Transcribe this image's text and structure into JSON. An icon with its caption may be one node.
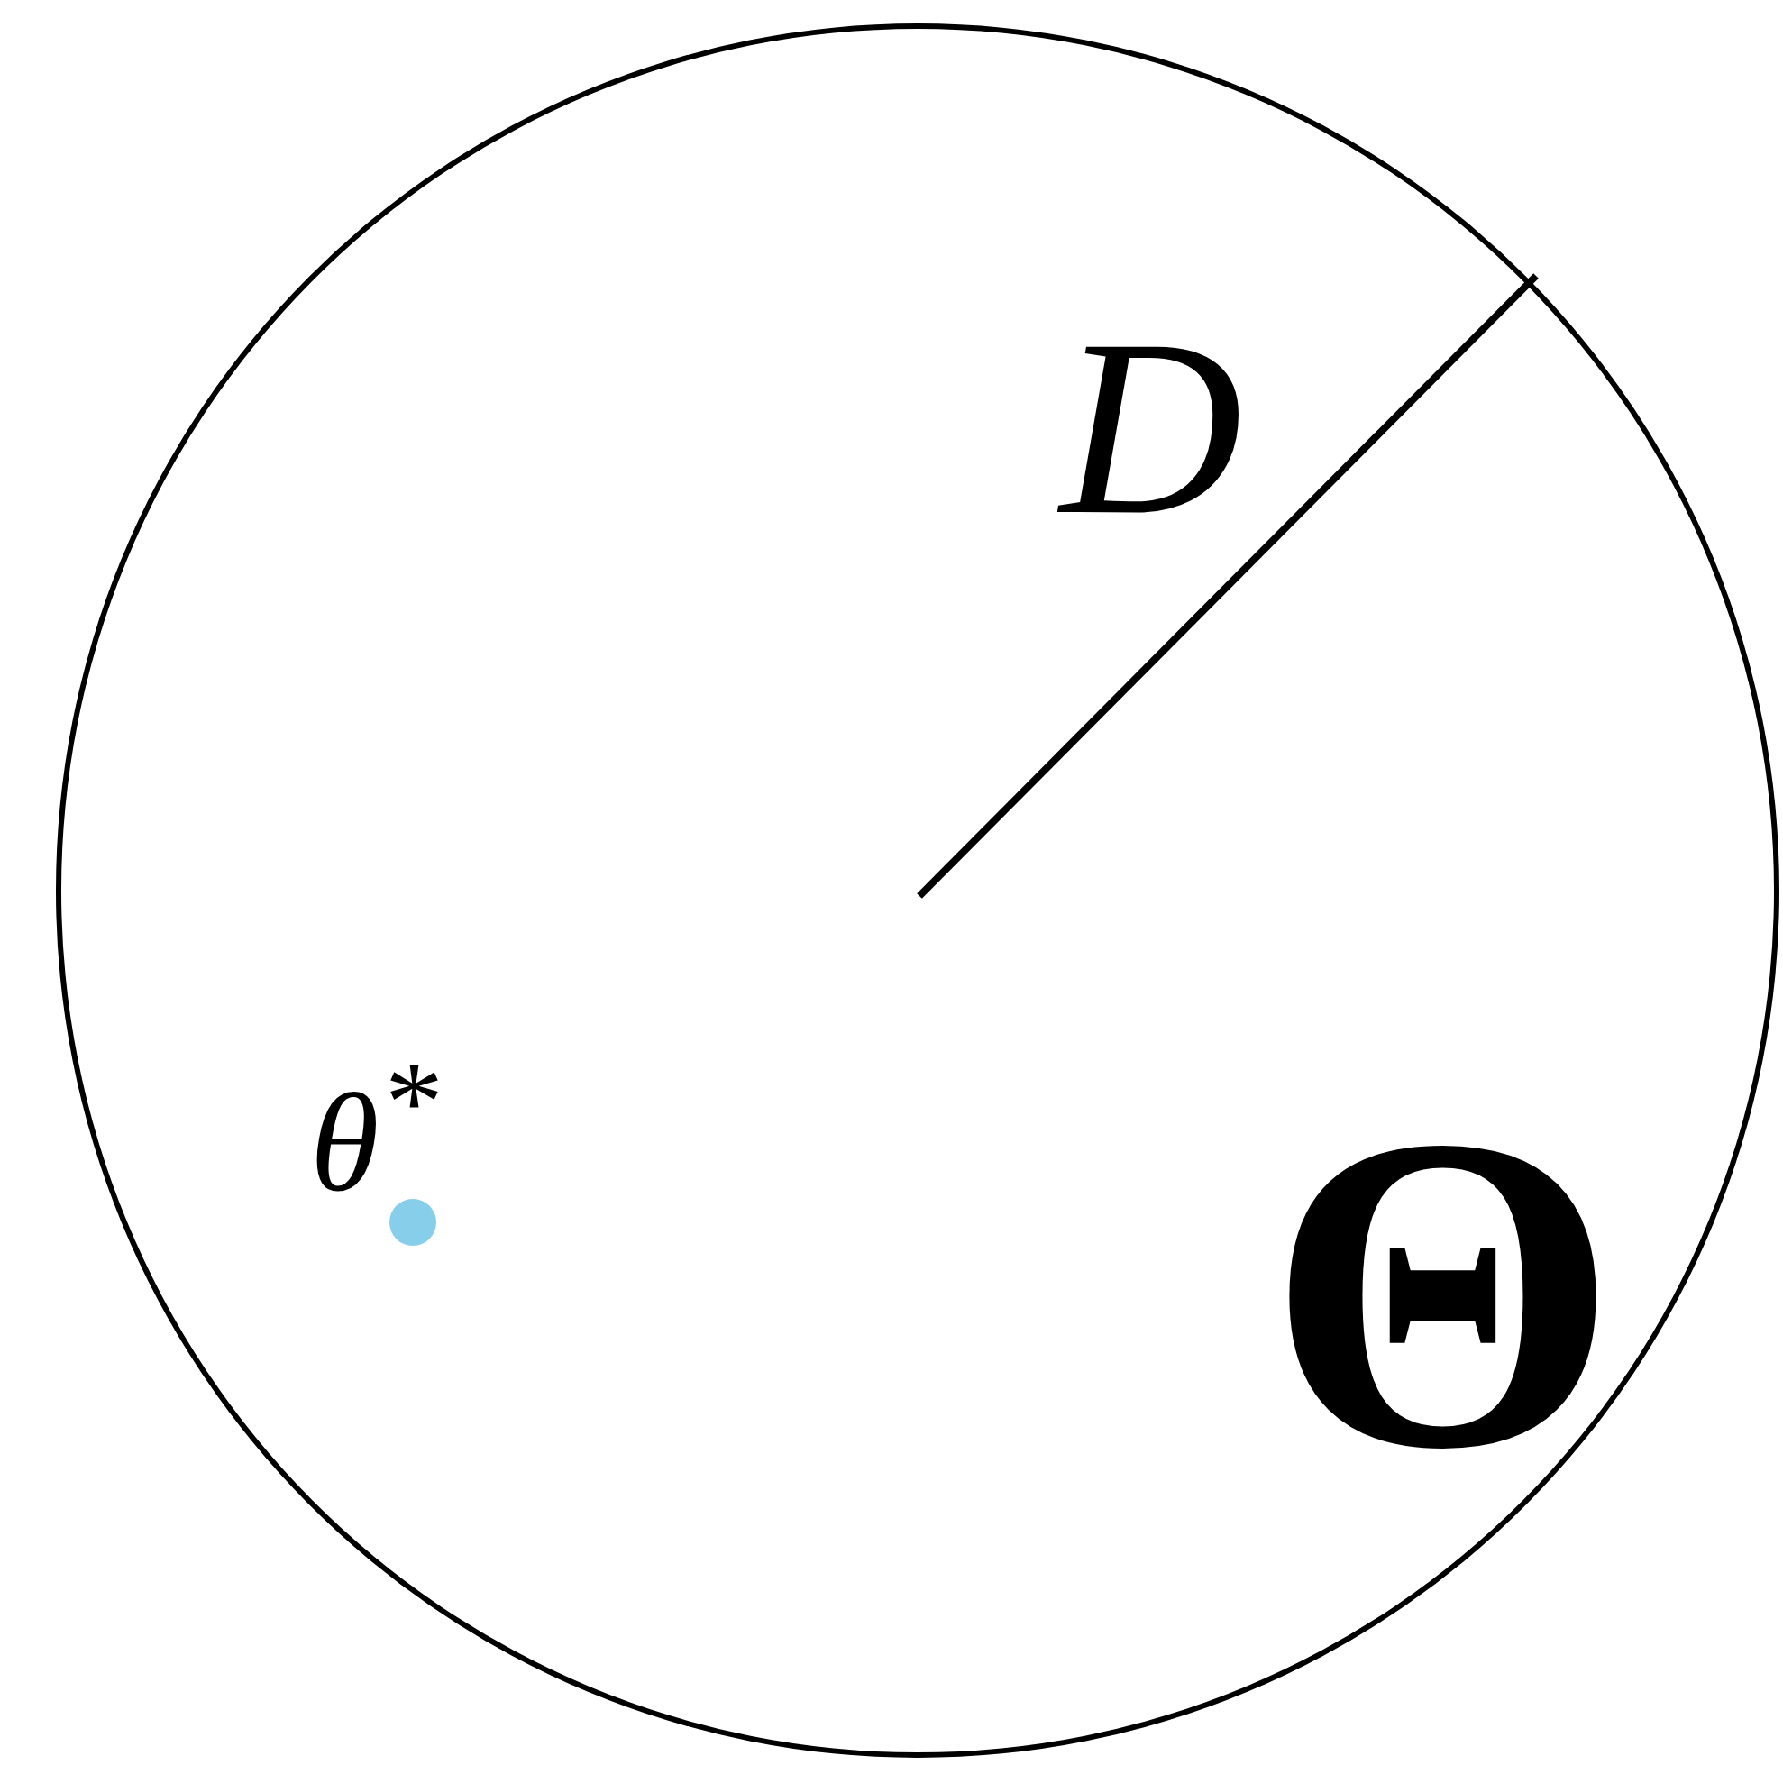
{
  "diagram": {
    "nodes": [
      {
        "text": [
          "Θ"
        ]
      },
      {
        "text": [],
        "shape": "circle",
        "in": 0,
        "beside": [
          "θ$^{*}$"
        ]
      }
    ],
    "edges": [],
    "labels": [
      "D"
    ]
  }
}
